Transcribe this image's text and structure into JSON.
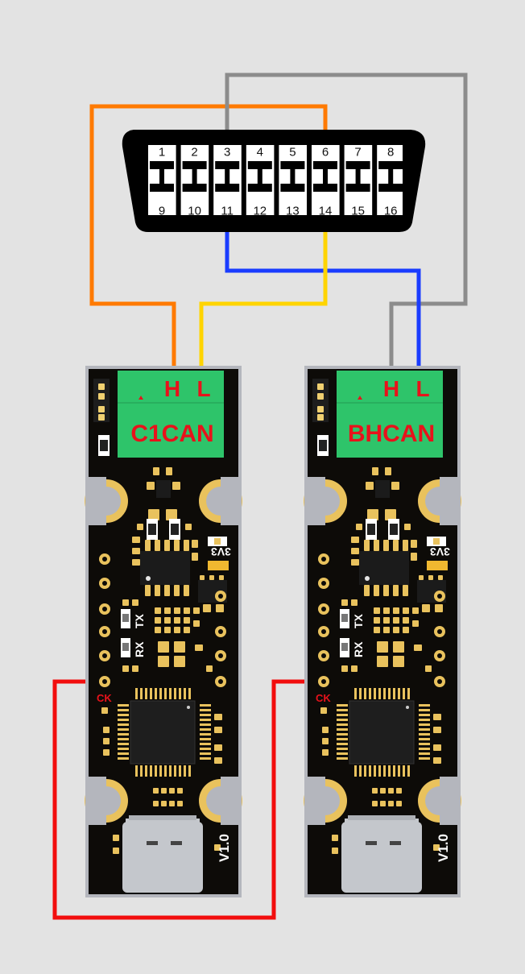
{
  "obd_connector": {
    "pins_top": [
      "1",
      "2",
      "3",
      "4",
      "5",
      "6",
      "7",
      "8"
    ],
    "pins_bottom": [
      "9",
      "10",
      "11",
      "12",
      "13",
      "14",
      "15",
      "16"
    ]
  },
  "boards": [
    {
      "bus_label": "C1CAN",
      "terminal_h": "H",
      "terminal_l": "L",
      "silk_3v3": "3V3",
      "silk_tx": "TX",
      "silk_rx": "RX",
      "silk_ck": "CK",
      "version": "V1.0"
    },
    {
      "bus_label": "BHCAN",
      "terminal_h": "H",
      "terminal_l": "L",
      "silk_3v3": "3V3",
      "silk_tx": "TX",
      "silk_rx": "RX",
      "silk_ck": "CK",
      "version": "V1.0"
    }
  ],
  "wires": [
    {
      "name": "pin6-to-c1can-h",
      "color": "#ff7a00"
    },
    {
      "name": "pin14-to-c1can-l",
      "color": "#ffd400"
    },
    {
      "name": "pin3-to-bhcan-h",
      "color": "#8c8c8c"
    },
    {
      "name": "pin11-to-bhcan-l",
      "color": "#1a3cff"
    },
    {
      "name": "ck-link",
      "color": "#f20d0d"
    }
  ]
}
